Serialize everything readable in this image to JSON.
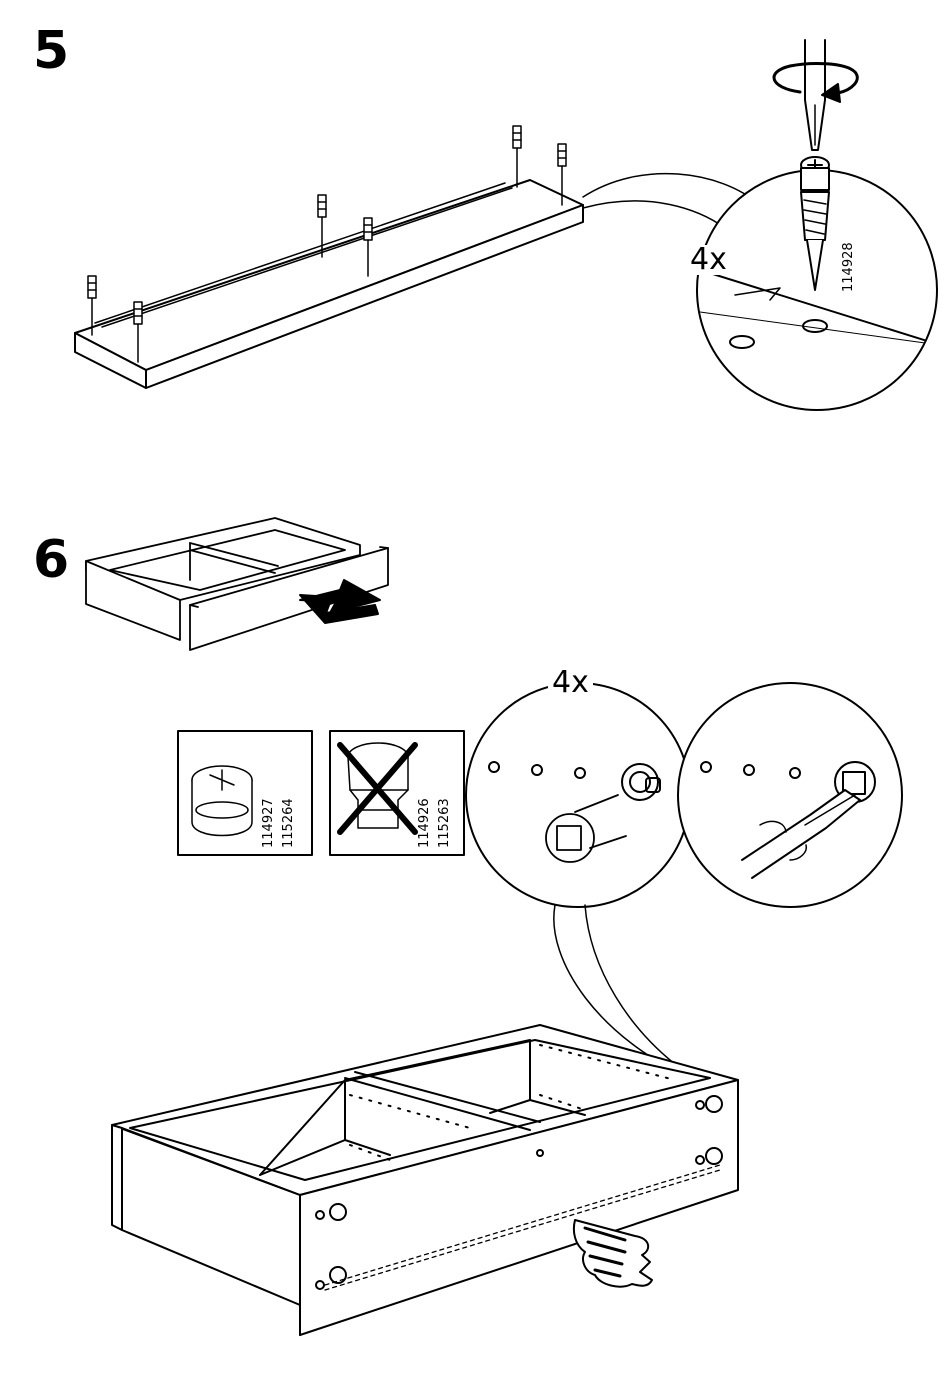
{
  "steps": [
    {
      "number": "5",
      "quantity": "4x",
      "part_numbers": [
        "114928"
      ]
    },
    {
      "number": "6",
      "quantity": "4x",
      "ok_part_numbers": [
        "114927",
        "115264"
      ],
      "wrong_part_numbers": [
        "114926",
        "115263"
      ]
    }
  ],
  "icons": [
    "screwdriver-icon",
    "rotation-arrow-icon",
    "push-arrow-icon",
    "hand-icon",
    "cross-out-icon"
  ]
}
